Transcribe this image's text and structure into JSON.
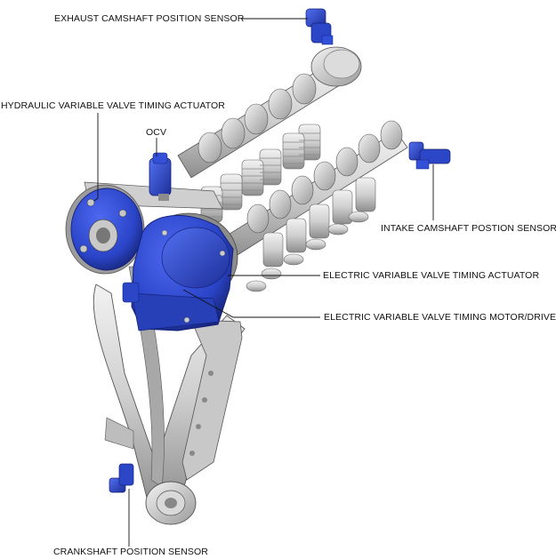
{
  "diagram": {
    "labels": {
      "exhaust_cam_sensor": "EXHAUST CAMSHAFT POSITION SENSOR",
      "hydraulic_vvt": "HYDRAULIC VARIABLE VALVE TIMING ACTUATOR",
      "ocv": "OCV",
      "intake_cam_sensor": "INTAKE CAMSHAFT POSTION SENSOR",
      "electric_vvt_actuator": "ELECTRIC VARIABLE VALVE TIMING ACTUATOR",
      "electric_vvt_motor": "ELECTRIC VARIABLE VALVE TIMING MOTOR/DRIVER",
      "crankshaft_sensor": "CRANKSHAFT POSITION SENSOR"
    },
    "colors": {
      "highlight_blue": "#2b45c9",
      "highlight_blue_dark": "#1b2c8c",
      "metal_light": "#e6e6e6",
      "metal_mid": "#b9b9b9",
      "metal_dark": "#6f6f6f",
      "leader_line": "#111111"
    }
  }
}
